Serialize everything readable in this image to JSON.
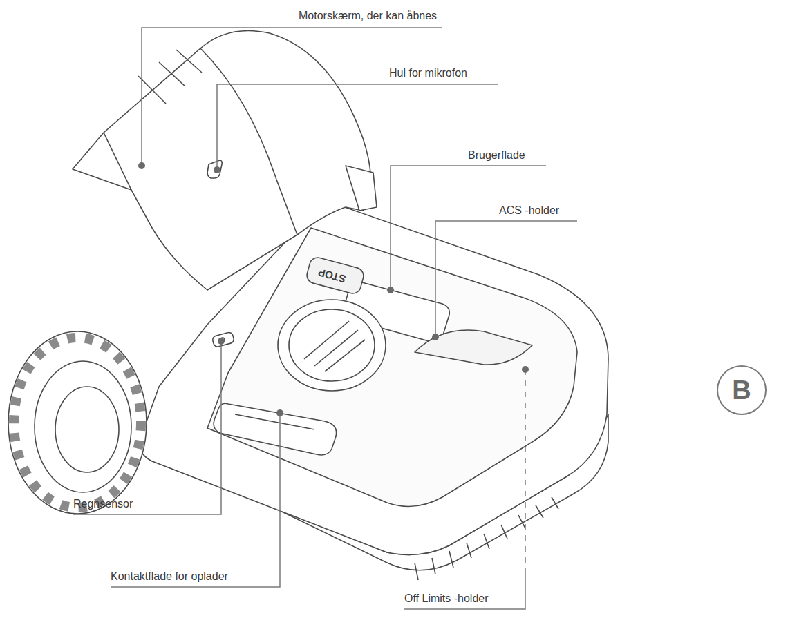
{
  "diagram": {
    "nodes": [
      {
        "text": [
          "B"
        ]
      }
    ],
    "labels": [
      "Motorskærm, der kan åbnes",
      "Hul for mikrofon",
      "Brugerflade",
      "ACS -holder",
      "STOP",
      "Regnsensor",
      "Kontaktflade for oplader",
      "Off Limits -holder"
    ]
  }
}
